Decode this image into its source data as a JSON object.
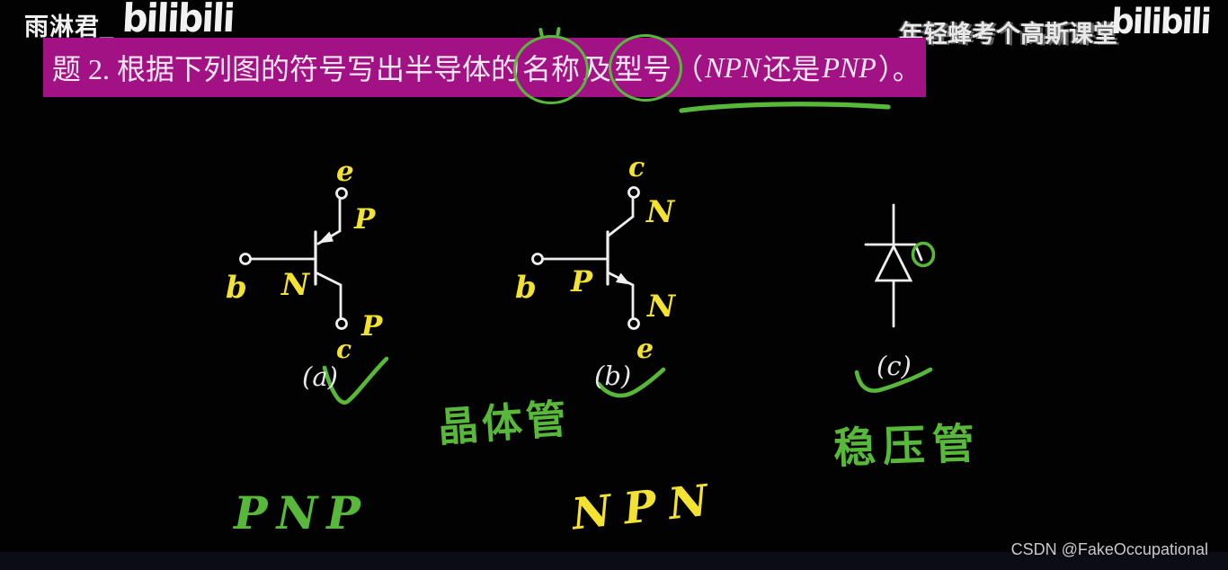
{
  "watermarks": {
    "top_left_user": "雨淋君_",
    "top_left_logo": "bilibili",
    "top_right_text": "年轻蜂考个高斯课堂",
    "top_right_logo": "bilibili",
    "csdn": "CSDN @FakeOccupational"
  },
  "banner": {
    "part1": "题 2. 根据下列图的符号写出半导体的",
    "circled1": "名称",
    "part2": "及",
    "circled2": "型号",
    "paren_open": "（",
    "npn": "NPN",
    "mid": " 还是 ",
    "pnp": "PNP",
    "paren_close": "）。"
  },
  "fig_a": {
    "caption": "(a)",
    "type": "PNP transistor",
    "top_terminal": "e",
    "top_region": "P",
    "left_terminal": "b",
    "base_region": "N",
    "bottom_region": "P",
    "bottom_terminal": "c",
    "answer": "PNP"
  },
  "fig_b": {
    "caption": "(b)",
    "type": "NPN transistor",
    "top_terminal": "c",
    "top_region": "N",
    "left_terminal": "b",
    "base_region": "P",
    "bottom_region": "N",
    "bottom_terminal": "e",
    "answer": "NPN"
  },
  "fig_c": {
    "caption": "(c)",
    "type": "zener diode",
    "answer": "稳压管"
  },
  "answers": {
    "device_ab": "晶体管"
  },
  "colors": {
    "ink_green": "#57b83a",
    "ink_yellow": "#f3e232",
    "banner_bg": "#a31285",
    "banner_text": "#f7e8f3"
  }
}
